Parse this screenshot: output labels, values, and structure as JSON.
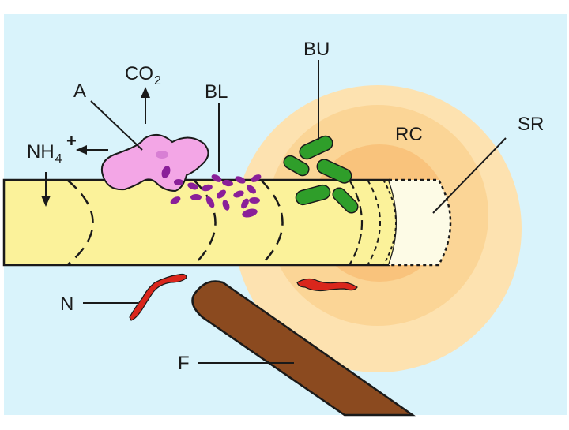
{
  "labels": {
    "A": "A",
    "CO2_main": "CO",
    "CO2_sub": "2",
    "BL": "BL",
    "BU": "BU",
    "RC": "RC",
    "SR": "SR",
    "NH4_main": "NH",
    "NH4_sub": "4",
    "NH4_charge": "+",
    "N": "N",
    "F": "F"
  },
  "colors": {
    "background": "#d9f3fb",
    "root": "#fbf29a",
    "root_tip": "#fdfbe6",
    "rhizosphere_outer": "#fde2b0",
    "rhizosphere_inner": "#f9c37c",
    "protozoan": "#f3a6e6",
    "bacteria_bl": "#8a1f99",
    "bacteria_bu": "#2f9e2a",
    "nematode": "#d9261c",
    "fungus": "#8b4a1f"
  }
}
